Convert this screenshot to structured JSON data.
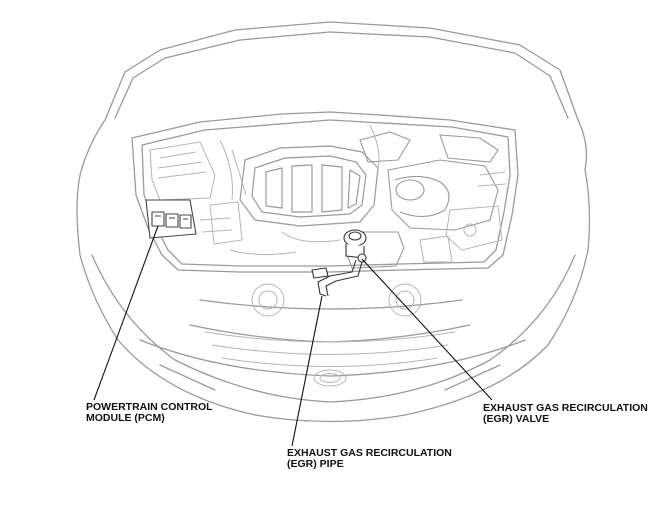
{
  "labels": {
    "pcm": {
      "line1": "POWERTRAIN CONTROL",
      "line2": "MODULE (PCM)"
    },
    "egr_pipe": {
      "line1": "EXHAUST GAS RECIRCULATION",
      "line2": "(EGR) PIPE"
    },
    "egr_valve": {
      "line1": "EXHAUST GAS RECIRCULATION",
      "line2": "(EGR) VALVE"
    }
  },
  "colors": {
    "line_art": "#9a9a9a",
    "detail_art": "#b5b5b5",
    "leader": "#111111",
    "text": "#111111"
  }
}
